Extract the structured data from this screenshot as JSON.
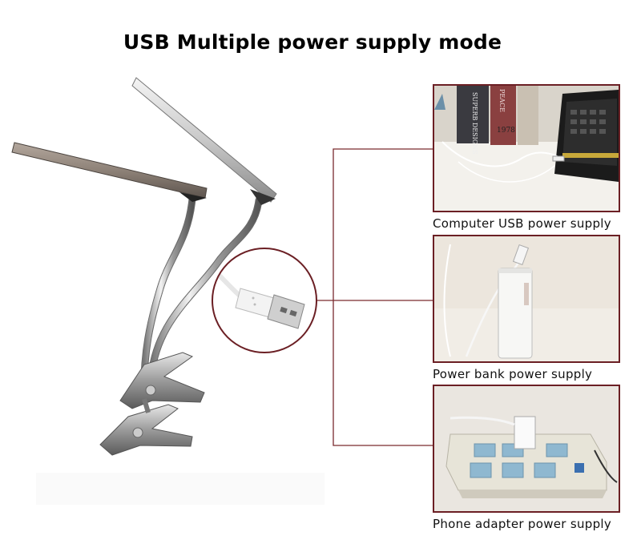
{
  "title": "USB Multiple power supply mode",
  "colors": {
    "accent_frame": "#6b1f24",
    "connector_line": "#7a2a2e"
  },
  "panels": [
    {
      "caption": "Computer USB power supply"
    },
    {
      "caption": "Power bank power supply"
    },
    {
      "caption": "Phone adapter power supply"
    }
  ],
  "book_spines": [
    "SUPERB DESIGNS",
    "PEACE",
    "1978"
  ]
}
